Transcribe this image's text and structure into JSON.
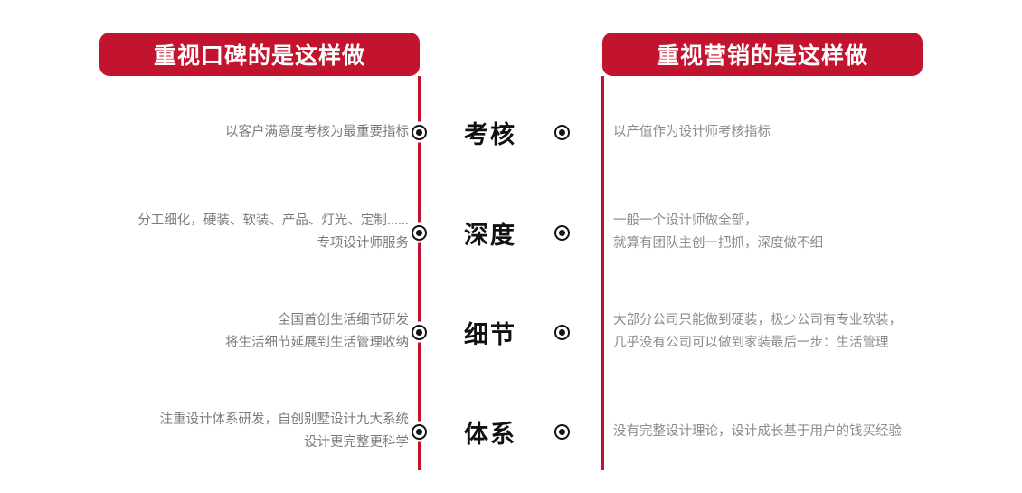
{
  "theme": {
    "accent": "#c2142f",
    "text_muted": "#7b7b7b",
    "text_strong": "#111111",
    "marker_color": "#141414",
    "background": "#ffffff"
  },
  "headers": {
    "left": "重视口碑的是这样做",
    "right": "重视营销的是这样做"
  },
  "rows": [
    {
      "category": "考核",
      "left": [
        "以客户满意度考核为最重要指标"
      ],
      "right": [
        "以产值作为设计师考核指标"
      ]
    },
    {
      "category": "深度",
      "left": [
        "分工细化，硬装、软装、产品、灯光、定制......",
        "专项设计师服务"
      ],
      "right": [
        "一般一个设计师做全部，",
        "就算有团队主创一把抓，深度做不细"
      ]
    },
    {
      "category": "细节",
      "left": [
        "全国首创生活细节研发",
        "将生活细节延展到生活管理收纳"
      ],
      "right": [
        "大部分公司只能做到硬装，极少公司有专业软装，",
        "几乎没有公司可以做到家装最后一步：生活管理"
      ]
    },
    {
      "category": "体系",
      "left": [
        "注重设计体系研发，自创别墅设计九大系统",
        "设计更完整更科学"
      ],
      "right": [
        "没有完整设计理论，设计成长基于用户的钱买经验"
      ]
    }
  ],
  "icons": {
    "bullet": "bullseye-icon"
  }
}
